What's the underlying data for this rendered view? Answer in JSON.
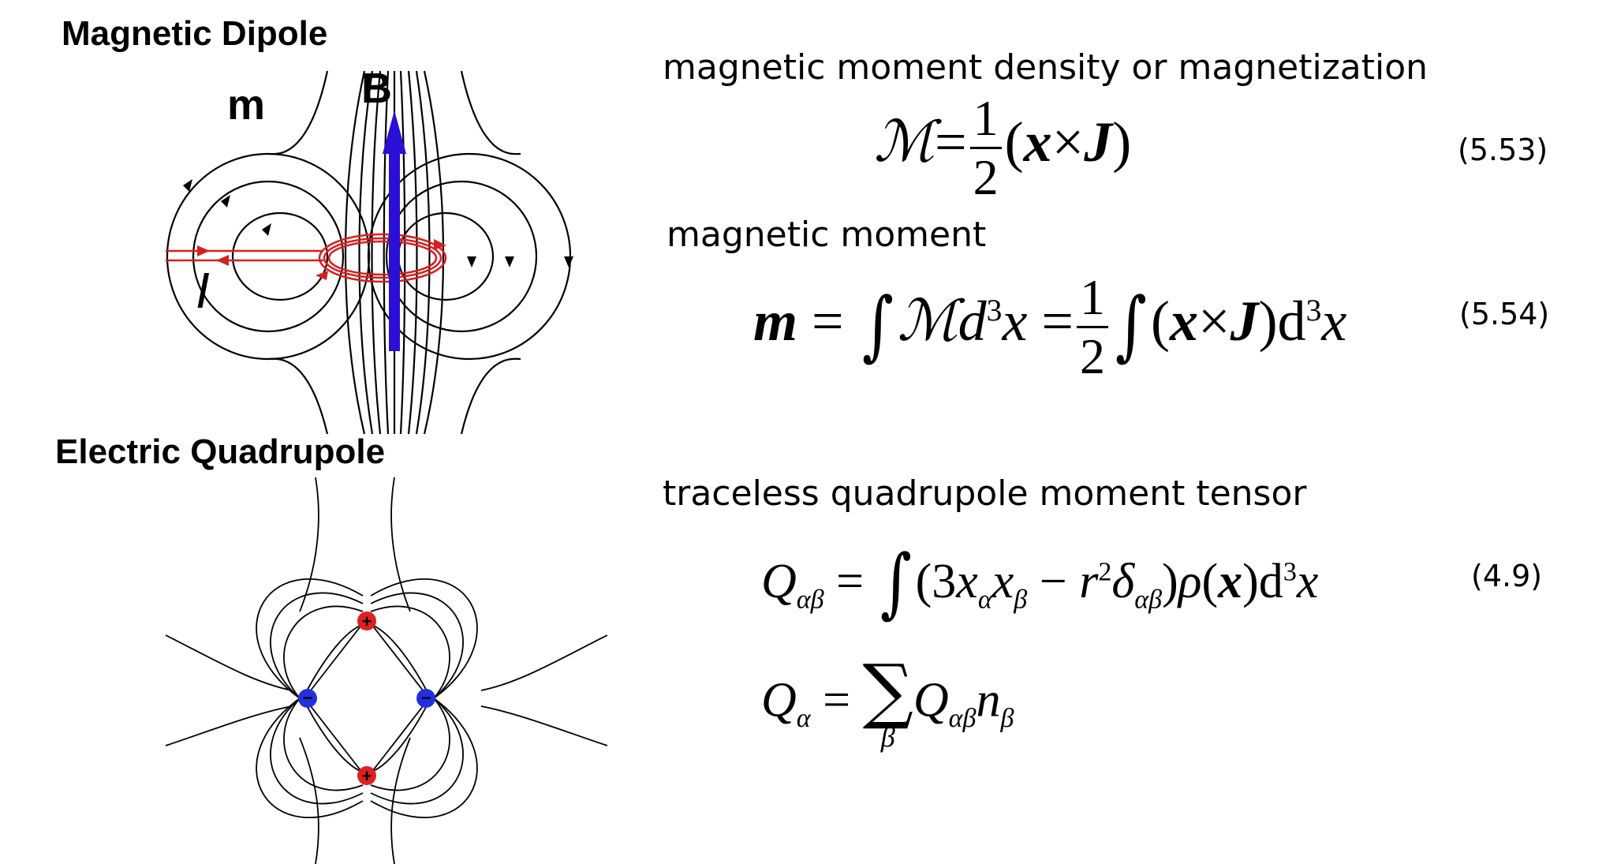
{
  "dipole": {
    "title": "Magnetic Dipole",
    "label_m": "m",
    "label_B": "B",
    "label_I": "I",
    "colors": {
      "moment": "#2a0fd6",
      "loop": "#d62020",
      "lines": "#000000"
    }
  },
  "quadrupole": {
    "title": "Electric Quadrupole",
    "positive_sign": "+",
    "negative_sign": "−",
    "colors": {
      "positive": "#e02020",
      "negative": "#2030e0",
      "lines": "#000000"
    }
  },
  "eq_553": {
    "caption": "magnetic moment density or magnetization",
    "number": "(5.53)",
    "lhs": "ℳ",
    "equals": "=",
    "frac_num": "1",
    "frac_den": "2",
    "open": "(",
    "x": "x",
    "times": "×",
    "J": "J",
    "close": ")"
  },
  "eq_554": {
    "caption": "magnetic moment",
    "number": "(5.54)",
    "m": "m",
    "eq1": "=",
    "int1": "∫",
    "M": "ℳ",
    "d": "d",
    "cube": "3",
    "xvar": "x",
    "eq2": "=",
    "frac_num": "1",
    "frac_den": "2",
    "int2": "∫",
    "open": "(",
    "xb": "x",
    "times": "×",
    "Jb": "J",
    "close": ")",
    "d2": "d",
    "cube2": "3",
    "xvar2": "x"
  },
  "eq_49": {
    "caption": "traceless quadrupole moment tensor",
    "number": "(4.9)",
    "Q": "Q",
    "sub_ab": "αβ",
    "equals": "=",
    "int": "∫",
    "open": "(3",
    "x1": "x",
    "sub_a": "α",
    "x2": "x",
    "sub_b": "β",
    "minus": " − ",
    "r": "r",
    "sq": "2",
    "delta": "δ",
    "sub_ab2": "αβ",
    "close": ")",
    "rho": "ρ",
    "popen": "(",
    "xb": "x",
    "pclose": ")",
    "d": "d",
    "cube": "3",
    "xv": "x"
  },
  "eq_qa": {
    "Q": "Q",
    "sub_a": "α",
    "equals": "=",
    "sigma": "∑",
    "sigma_lim": "β",
    "Q2": "Q",
    "sub_ab": "αβ",
    "n": "n",
    "sub_b": "β"
  }
}
